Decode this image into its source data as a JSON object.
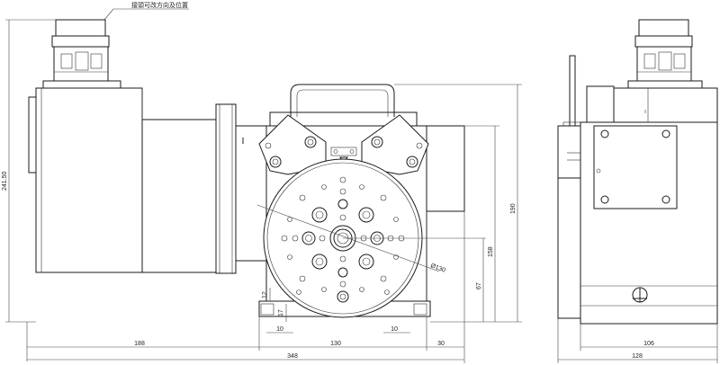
{
  "note": "接頭可改方向及位置",
  "dimensions": {
    "overall_height": "241.50",
    "height_190": "190",
    "height_158": "158",
    "height_67": "67",
    "height_12": "12",
    "height_17": "17",
    "diameter": "Ø130",
    "width_188": "188",
    "width_130": "130",
    "width_30": "30",
    "width_10_left": "10",
    "width_10_right": "10",
    "overall_width": "348",
    "side_106": "106",
    "side_128": "128"
  }
}
